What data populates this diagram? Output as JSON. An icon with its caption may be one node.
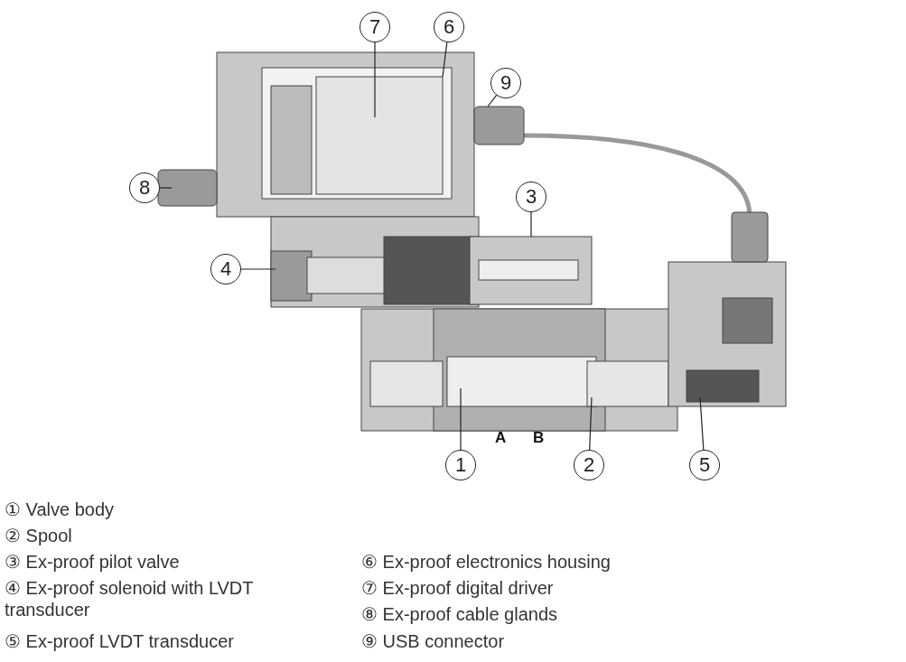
{
  "diagram": {
    "nodes": [
      {
        "text": [
          "7"
        ]
      },
      {
        "text": [
          "6"
        ]
      },
      {
        "text": [
          "9"
        ]
      },
      {
        "text": [
          "8"
        ]
      },
      {
        "text": [
          "3"
        ]
      },
      {
        "text": [
          "4"
        ]
      },
      {
        "text": [
          "1"
        ]
      },
      {
        "text": [
          "2"
        ]
      },
      {
        "text": [
          "5"
        ]
      }
    ],
    "edges": [
      {
        "from": 0,
        "to": null,
        "arrow": "none"
      },
      {
        "from": 1,
        "to": null,
        "arrow": "none"
      },
      {
        "from": 2,
        "to": null,
        "arrow": "none"
      },
      {
        "from": 3,
        "to": null,
        "arrow": "none"
      },
      {
        "from": 4,
        "to": null,
        "arrow": "none"
      },
      {
        "from": 5,
        "to": null,
        "arrow": "none"
      },
      {
        "from": 6,
        "to": null,
        "arrow": "none"
      },
      {
        "from": 7,
        "to": null,
        "arrow": "none"
      },
      {
        "from": 8,
        "to": null,
        "arrow": "none"
      }
    ],
    "labels": [
      "A",
      "B",
      "① Valve body",
      "② Spool",
      "③ Ex-proof pilot valve",
      "④ Ex-proof solenoid with LVDT transducer",
      "⑤ Ex-proof LVDT transducer",
      "⑥ Ex-proof electronics housing",
      "⑦ Ex-proof digital driver",
      "⑧ Ex-proof cable glands",
      "⑨ USB connector"
    ]
  }
}
